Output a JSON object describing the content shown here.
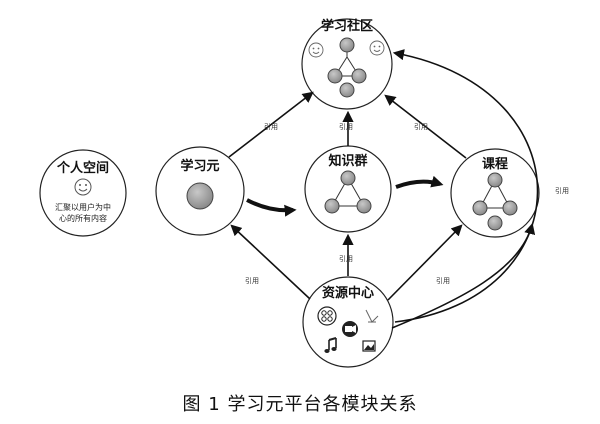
{
  "nodes": {
    "personal_space": {
      "title": "个人空间",
      "desc_line1": "汇聚以用户为中",
      "desc_line2": "心的所有内容"
    },
    "learning_unit": {
      "title": "学习元"
    },
    "learning_community": {
      "title": "学习社区"
    },
    "knowledge_group": {
      "title": "知识群"
    },
    "course": {
      "title": "课程"
    },
    "resource_center": {
      "title": "资源中心"
    }
  },
  "edges": {
    "label": "引用"
  },
  "caption": "图 1   学习元平台各模块关系"
}
